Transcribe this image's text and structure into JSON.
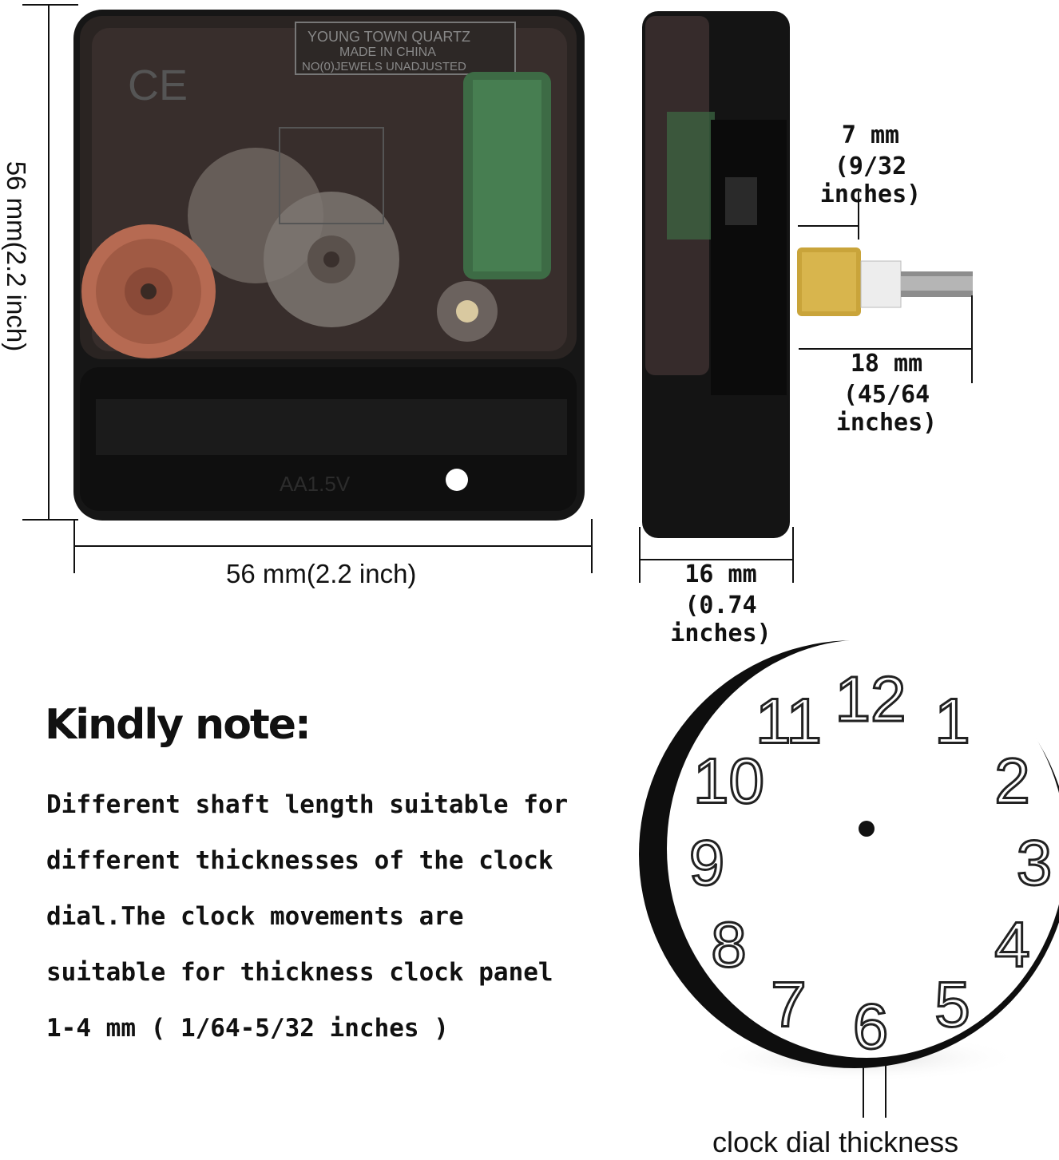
{
  "movement_front": {
    "brand_line1": "YOUNG TOWN QUARTZ",
    "brand_line2": "MADE IN CHINA",
    "brand_line3": "NO(0)JEWELS UNADJUSTED",
    "ce_mark": "CE",
    "battery_text": "AA1.5V",
    "icon": "clock-movement-front-icon"
  },
  "dimensions": {
    "height_label": "56 mm(2.2 inch)",
    "width_label": "56 mm(2.2 inch)",
    "depth_mm": "16 mm",
    "depth_in": "(0.74 inches)",
    "thread_mm": "7 mm",
    "thread_in": "(9/32 inches)",
    "shaft_mm": "18 mm",
    "shaft_in": "(45/64 inches)"
  },
  "note": {
    "title": "Kindly note:",
    "lines": [
      "Different shaft length suitable for",
      "different thicknesses of the clock",
      "dial.The clock movements are",
      "suitable for thickness clock panel",
      "1-4 mm ( 1/64-5/32 inches )"
    ]
  },
  "dial": {
    "numbers": [
      "12",
      "1",
      "2",
      "3",
      "4",
      "5",
      "6",
      "7",
      "8",
      "9",
      "10",
      "11"
    ],
    "caption": "clock dial thickness",
    "icon": "clock-dial-icon"
  },
  "colors": {
    "movement_body": "#161616",
    "gear_copper": "#b66a52",
    "coil_green": "#3d6b45",
    "brass": "#c9a43a"
  }
}
